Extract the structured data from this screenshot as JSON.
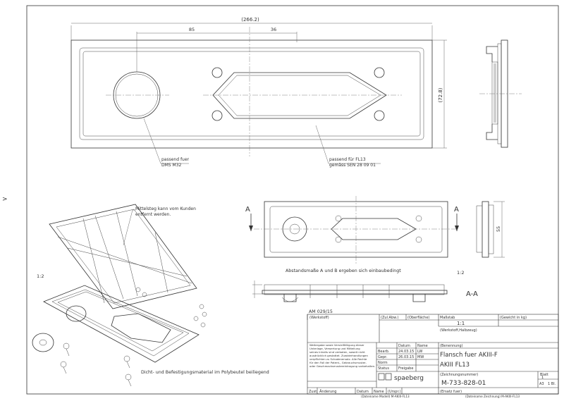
{
  "dimensions": {
    "overall_width": "(266.2)",
    "dist_a": "85",
    "dist_b": "36",
    "overall_height": "(72.8)",
    "side_height": "55"
  },
  "notes": {
    "cable_gland_1": "passend fuer",
    "cable_gland_2": "DMS M32",
    "cutout_1": "passend für FL13",
    "cutout_2": "gemäss SEN 28 09 01",
    "webs_1": "Mittelsteg kann vom Kunden",
    "webs_2": "entfernt werden.",
    "spacing": "Abstandsmaße A und B  ergeben sich einbaubedingt",
    "bag": "Dicht- und Befestigungsmaterial  im Polybeutel beiliegend"
  },
  "labels": {
    "section_left": "A",
    "section_right": "A",
    "section_title": "A-A",
    "scale_left": "1:2",
    "scale_right": "1:2",
    "side_mark": ">"
  },
  "title_block": {
    "ref": "AM 029/15",
    "h_material": "(Werkstoff)",
    "h_tolerance": "(Zul.Abw.)",
    "h_surface": "(Oberfläche)",
    "h_scale": "Maßstab",
    "scale": "1:1",
    "h_weight": "(Gewicht in kg)",
    "h_semi": "(Werkstoff,Halbzeug)",
    "copyright_1": "Weitergabe sowie Vervielfältigung dieser",
    "copyright_2": "Unterlage, Verwertung und Mitteilung",
    "copyright_3": "seines Inhalts sind verboten, soweit nicht",
    "copyright_4": "ausdrücklich gestattet. Zuwiderhandlungen",
    "copyright_5": "verpflichten zu Schadenersatz. Alle Rechte",
    "copyright_6": "für den Fall der Patent-, Gebrauchsmuster-",
    "copyright_7": "oder Geschmacksmustereintragung vorbehalten.",
    "h_date": "Datum",
    "h_name": "Name",
    "r_bearb": "Bearb.",
    "bearb_date": "24.03.15",
    "bearb_name": "LW",
    "r_gepr": "Gepr.",
    "gepr_date": "26.03.15",
    "gepr_name": "MW",
    "r_norm": "Norm",
    "r_status": "Status",
    "status": "Freigabe",
    "h_designation": "(Benennung)",
    "designation_1": "Flansch fuer AKIII-F",
    "designation_2": "AKIII FL13",
    "company": "spaeberg",
    "h_drawing_no": "(Zeichnungsnummer)",
    "drawing_no": "M-733-828-01",
    "h_sheet": "Blatt",
    "sheet": "1",
    "sheet_count": "1 Bl.",
    "format": "A3",
    "col_zust": "Zust.",
    "col_change": "Änderung",
    "col_date": "Datum",
    "col_name": "Name",
    "col_origin": "(Urspr.)",
    "col_replace": "(Ersatz fuer)",
    "footer_model": "(Dateiname Modell) M-AKIII-FL13",
    "footer_drawing": "(Dateiname Zeichnung) M-AKIII-FL13"
  }
}
